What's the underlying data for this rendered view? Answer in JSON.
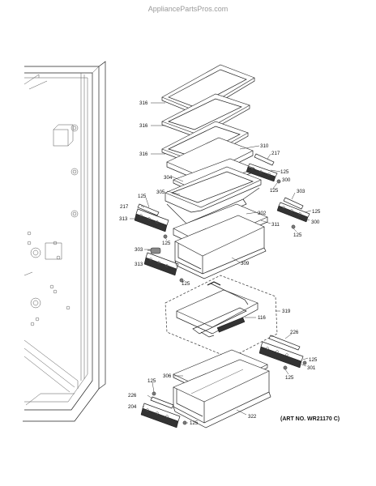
{
  "watermark": "AppliancePartsPros.com",
  "art_number": "(ART NO. WR21170 C)",
  "callouts": {
    "c316a": "316",
    "c316b": "316",
    "c316c": "316",
    "c310": "310",
    "c217a": "217",
    "c125a": "125",
    "c300a": "300",
    "c125b": "125",
    "c304": "304",
    "c305": "305",
    "c303a": "303",
    "c125c": "125",
    "c300b": "300",
    "c125d": "125",
    "c217b": "217",
    "c125e": "125",
    "c313a": "313",
    "c302": "302",
    "c311": "311",
    "c125f": "125",
    "c303b": "303",
    "c313b": "313",
    "c309": "309",
    "c125g": "125",
    "c319": "319",
    "c116": "116",
    "c226a": "226",
    "c125h": "125",
    "c301": "301",
    "c125i": "125",
    "c306": "306",
    "c125j": "125",
    "c226b": "226",
    "c204": "204",
    "c125k": "125",
    "c322": "322"
  }
}
